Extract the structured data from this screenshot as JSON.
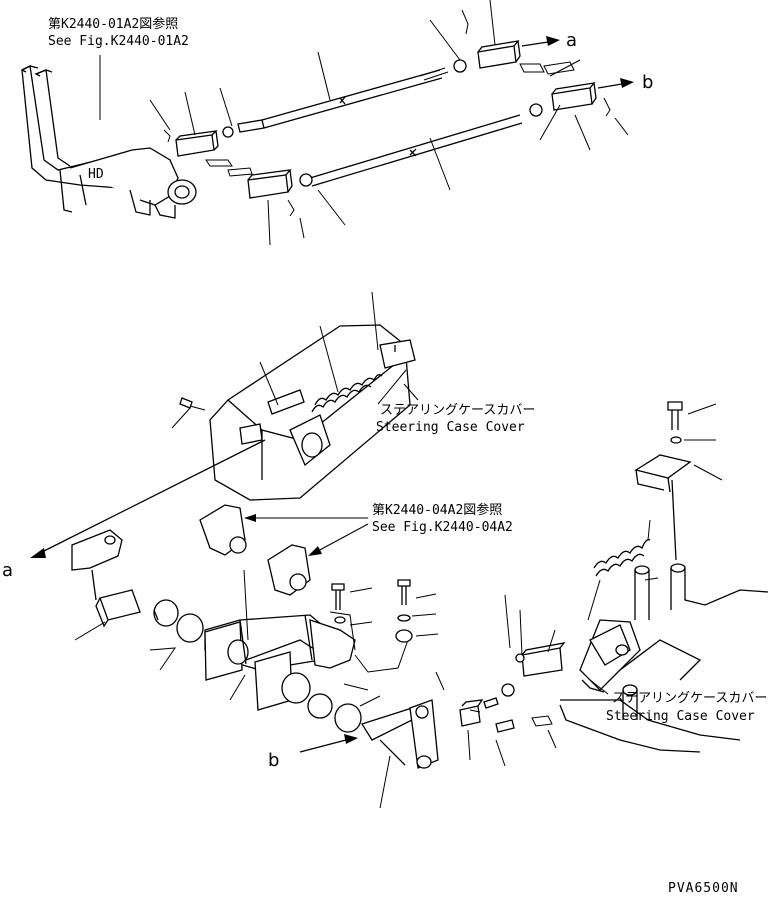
{
  "references": {
    "ref_top": {
      "ja": "第K2440-01A2図参照",
      "en": "See Fig.K2440-01A2"
    },
    "ref_mid": {
      "ja": "第K2440-04A2図参照",
      "en": "See Fig.K2440-04A2"
    }
  },
  "notes": {
    "cover_mid": {
      "ja": "ステアリングケースカバー",
      "en": "Steering Case Cover"
    },
    "cover_right": {
      "ja": "ステアリングケースカバー",
      "en": "Steering Case Cover"
    }
  },
  "connectors": {
    "a": "a",
    "b": "b"
  },
  "drawing_code": "PVA6500N"
}
